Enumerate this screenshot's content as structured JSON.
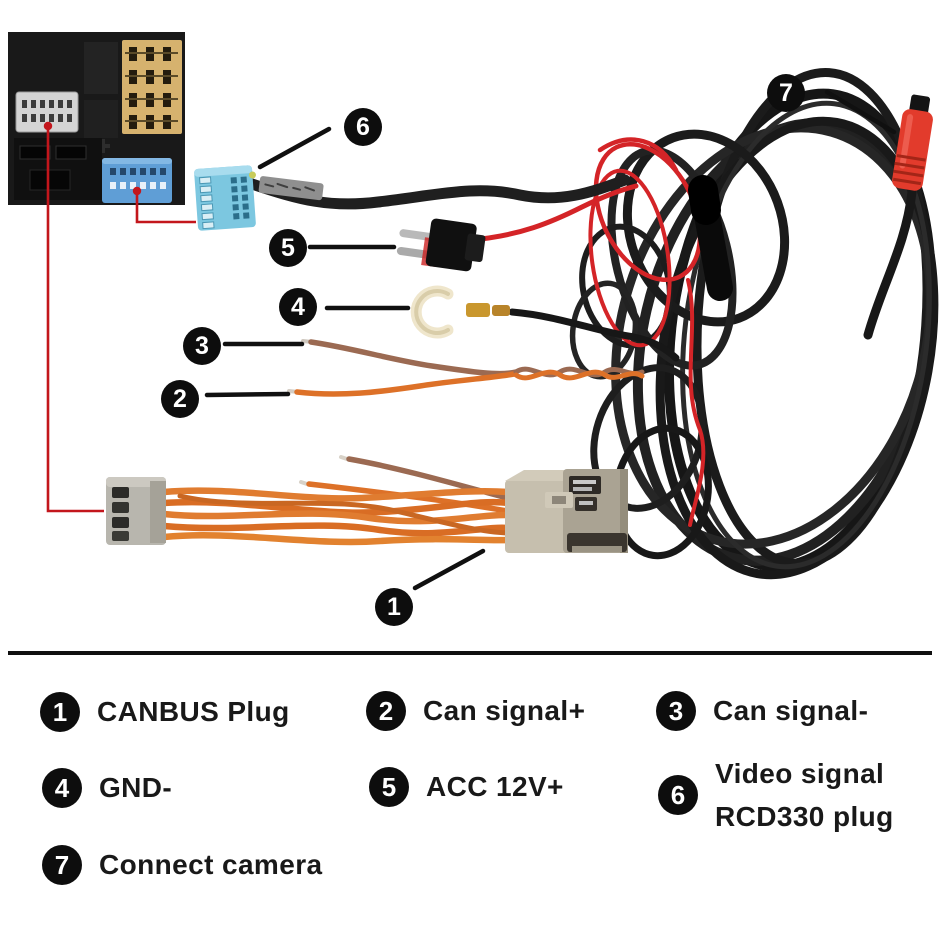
{
  "legend": {
    "items": [
      {
        "number": "1",
        "label": "CANBUS Plug"
      },
      {
        "number": "2",
        "label": "Can signal+"
      },
      {
        "number": "3",
        "label": "Can signal-"
      },
      {
        "number": "4",
        "label": "GND-"
      },
      {
        "number": "5",
        "label": "ACC 12V+"
      },
      {
        "number": "6",
        "label": "Video signal\nRCD330 plug"
      },
      {
        "number": "7",
        "label": "Connect camera"
      }
    ]
  },
  "callouts": [
    {
      "number": "1"
    },
    {
      "number": "2"
    },
    {
      "number": "3"
    },
    {
      "number": "4"
    },
    {
      "number": "5"
    },
    {
      "number": "6"
    },
    {
      "number": "7"
    }
  ],
  "colors": {
    "annotation_red": "#c3161c",
    "cable_black": "#1c1c1c",
    "wire_orange": "#dd7128",
    "wire_brown": "#9b6a52",
    "wire_red": "#d42427",
    "connector_cyan": "#7cc7e0",
    "connector_blue": "#5f9ed6",
    "connector_tan": "#d6b26e",
    "connector_gray": "#b8b6ae",
    "camera_plug_red": "#e23b2c"
  }
}
